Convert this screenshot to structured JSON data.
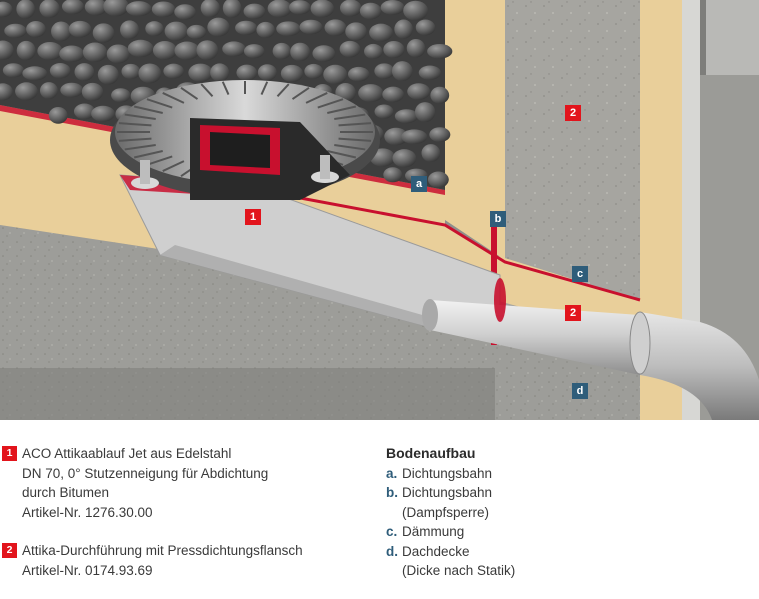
{
  "badges": {
    "n1": "1",
    "n2_wall": "2",
    "n2_pipe": "2",
    "a": "a",
    "b": "b",
    "c": "c",
    "d": "d"
  },
  "legend_items": [
    {
      "number": "1",
      "lines": [
        "ACO Attikaablauf Jet aus Edelstahl",
        "DN 70, 0° Stutzenneigung für Abdichtung",
        "durch Bitumen",
        "Artikel-Nr. 1276.30.00"
      ]
    },
    {
      "number": "2",
      "lines": [
        "Attika-Durchführung mit Pressdichtungsflansch",
        "Artikel-Nr. 0174.93.69"
      ]
    }
  ],
  "bodenaufbau": {
    "heading": "Bodenaufbau",
    "entries": [
      {
        "letter": "a.",
        "lines": [
          "Dichtungsbahn"
        ]
      },
      {
        "letter": "b.",
        "lines": [
          "Dichtungsbahn",
          "(Dampfsperre)"
        ]
      },
      {
        "letter": "c.",
        "lines": [
          "Dämmung"
        ]
      },
      {
        "letter": "d.",
        "lines": [
          "Dachdecke",
          "(Dicke nach Statik)"
        ]
      }
    ]
  },
  "colors": {
    "badge_red": "#e2141c",
    "badge_blue": "#2f5d7a",
    "insulation": "#e9cf9a",
    "concrete": "#9a9a96",
    "seal": "#c8102e"
  }
}
